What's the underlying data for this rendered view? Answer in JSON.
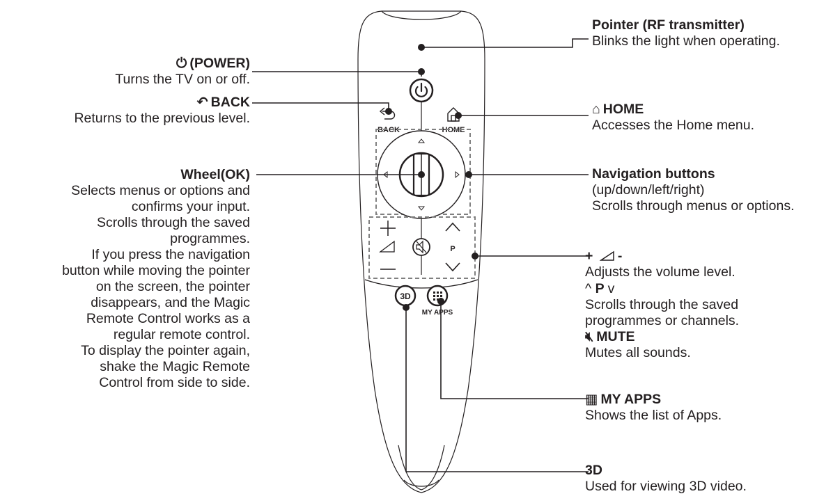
{
  "left": {
    "power": {
      "icon": "power-icon",
      "title": "(POWER)",
      "desc": "Turns the TV on or off."
    },
    "back": {
      "icon": "back-arrow-icon",
      "title": "BACK",
      "desc": "Returns to the previous level."
    },
    "wheel": {
      "title": "Wheel(OK)",
      "desc_lines": [
        "Selects menus or options and",
        "confirms your input.",
        "Scrolls through the saved",
        "programmes.",
        "If you press the navigation",
        "button while moving the pointer",
        "on the screen, the pointer",
        "disappears, and the Magic",
        "Remote Control works as a",
        "regular remote control.",
        "To display the pointer again,",
        "shake the Magic Remote",
        "Control from side to side."
      ]
    }
  },
  "right": {
    "pointer": {
      "title": "Pointer (RF transmitter)",
      "desc": "Blinks the light when operating."
    },
    "home": {
      "icon": "home-icon",
      "title": "HOME",
      "desc": "Accesses the Home menu."
    },
    "navigation": {
      "title": "Navigation buttons",
      "desc_lines": [
        "(up/down/left/right)",
        "Scrolls through menus or options."
      ]
    },
    "volume": {
      "title_prefix": "+",
      "icon": "volume-wedge-icon",
      "title_suffix": "-",
      "desc": "Adjusts the volume level."
    },
    "programme": {
      "icon_up": "chevron-up-icon",
      "title": "P",
      "icon_down": "chevron-down-icon",
      "desc_lines": [
        "Scrolls through the saved",
        "programmes or channels."
      ]
    },
    "mute": {
      "icon": "mute-icon",
      "title": "MUTE",
      "desc": "Mutes all sounds."
    },
    "myapps": {
      "icon": "grid-apps-icon",
      "title": "MY APPS",
      "desc": "Shows the list of Apps."
    },
    "threed": {
      "icon": "3d-icon",
      "title": "3D",
      "desc": "Used for viewing 3D video."
    }
  },
  "remote": {
    "back_label": "BACK",
    "home_label": "HOME",
    "p_label": "P",
    "myapps_label": "MY APPS",
    "threed_label": "3D"
  }
}
